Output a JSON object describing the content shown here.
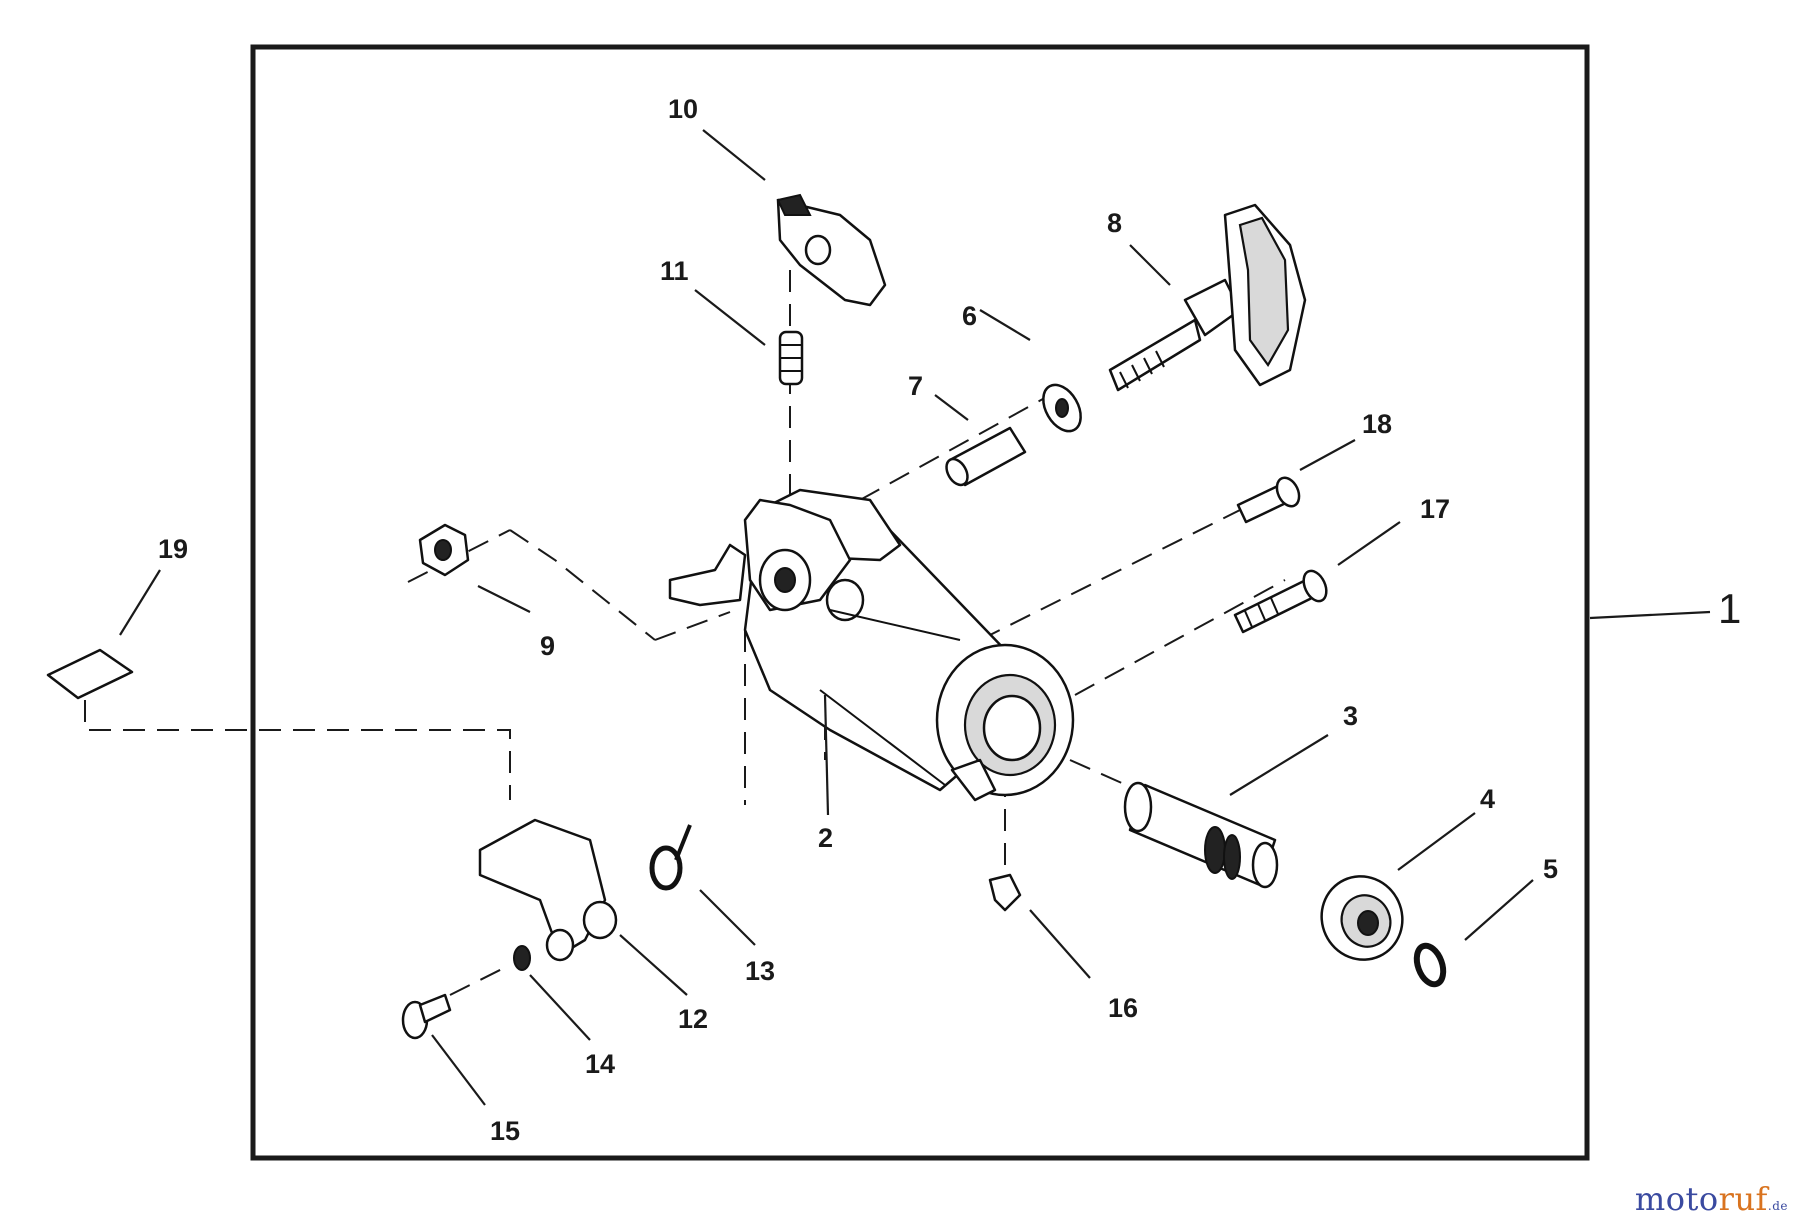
{
  "callouts": {
    "c1": "1",
    "c2": "2",
    "c3": "3",
    "c4": "4",
    "c5": "5",
    "c6": "6",
    "c7": "7",
    "c8": "8",
    "c9": "9",
    "c10": "10",
    "c11": "11",
    "c12": "12",
    "c13": "13",
    "c14": "14",
    "c15": "15",
    "c16": "16",
    "c17": "17",
    "c18": "18",
    "c19": "19"
  },
  "watermark": {
    "part_a": "moto",
    "part_b": "ruf",
    "part_c": ".de"
  },
  "colors": {
    "line": "#1a1a1a",
    "watermark_blue": "#3a4aa0",
    "watermark_orange": "#d9731f"
  }
}
